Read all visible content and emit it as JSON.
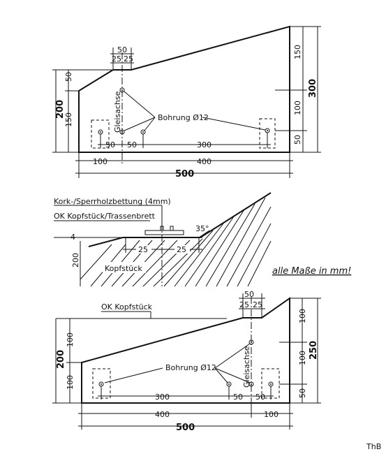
{
  "top": {
    "label_gleisachse": "Gleisachse",
    "label_bohrung": "Bohrung Ø12",
    "dim_50_top": "50",
    "dim_25a": "25",
    "dim_25b": "25",
    "dim_50_left": "50",
    "dim_150_left": "150",
    "dim_200": "200",
    "dim_150_right": "150",
    "dim_100_right": "100",
    "dim_50_right": "50",
    "dim_300_right": "300",
    "dim_50_b1": "50",
    "dim_50_b2": "50",
    "dim_300_b": "300",
    "dim_100": "100",
    "dim_400": "400",
    "dim_500": "500"
  },
  "middle": {
    "label_kork": "Kork-/Sperrholzbettung (4mm)",
    "label_ok": "OK Kopfstück/Trassenbrett",
    "label_4": "4",
    "label_35": "35°",
    "dim_25a": "25",
    "dim_25b": "25",
    "dim_200": "200",
    "label_kopfstueck": "Kopfstück",
    "note": "alle Maße in mm!"
  },
  "bottom": {
    "label_ok": "OK Kopfstück",
    "label_gleisachse": "Gleisachse",
    "label_bohrung": "Bohrung Ø12",
    "dim_50_top": "50",
    "dim_25a": "25",
    "dim_25b": "25",
    "dim_100_left": "100",
    "dim_200": "200",
    "dim_100_left2": "100",
    "dim_100_right": "100",
    "dim_100_right2": "100",
    "dim_50_right": "50",
    "dim_250": "250",
    "dim_300_b": "300",
    "dim_50_b1": "50",
    "dim_50_b2": "50",
    "dim_400": "400",
    "dim_100": "100",
    "dim_500": "500"
  },
  "signature": "ThB"
}
